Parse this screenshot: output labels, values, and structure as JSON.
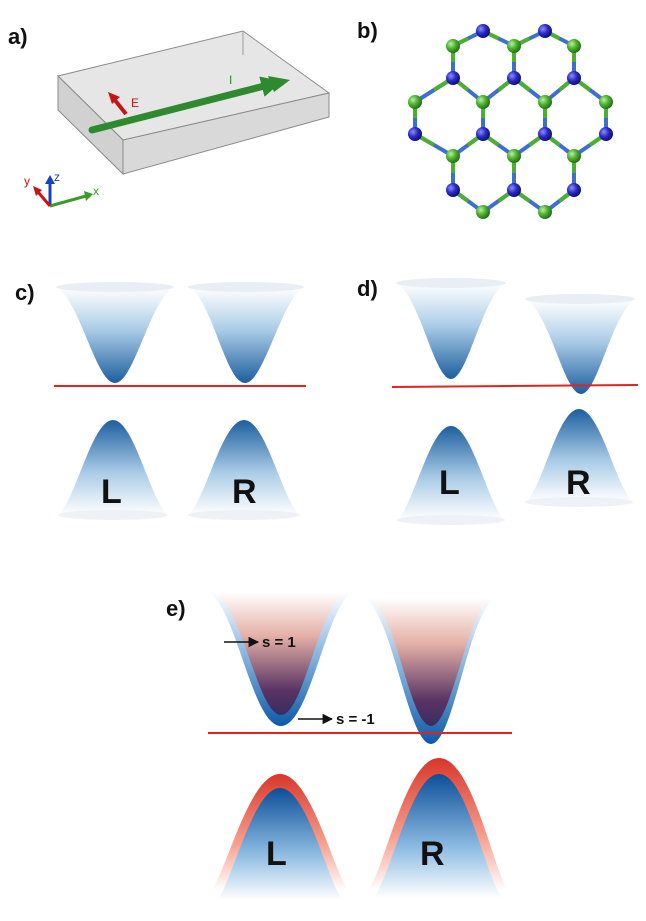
{
  "labels": {
    "a": "a)",
    "b": "b)",
    "c": "c)",
    "d": "d)",
    "e": "e)"
  },
  "panel_a": {
    "field_label": "E",
    "current_label": "I",
    "axis_x": "x",
    "axis_y": "y",
    "axis_z": "z"
  },
  "panel_c": {
    "valley_left": "L",
    "valley_right": "R"
  },
  "panel_d": {
    "valley_left": "L",
    "valley_right": "R"
  },
  "panel_e": {
    "valley_left": "L",
    "valley_right": "R",
    "spin_up": "s = 1",
    "spin_down": "s = -1"
  },
  "colors": {
    "blue": "#1b63ad",
    "red": "#e3231b",
    "green": "#3a8f3a",
    "lattice_green": "#4caf2f",
    "lattice_blue": "#2a2ac8",
    "pink": "#f06c57"
  }
}
